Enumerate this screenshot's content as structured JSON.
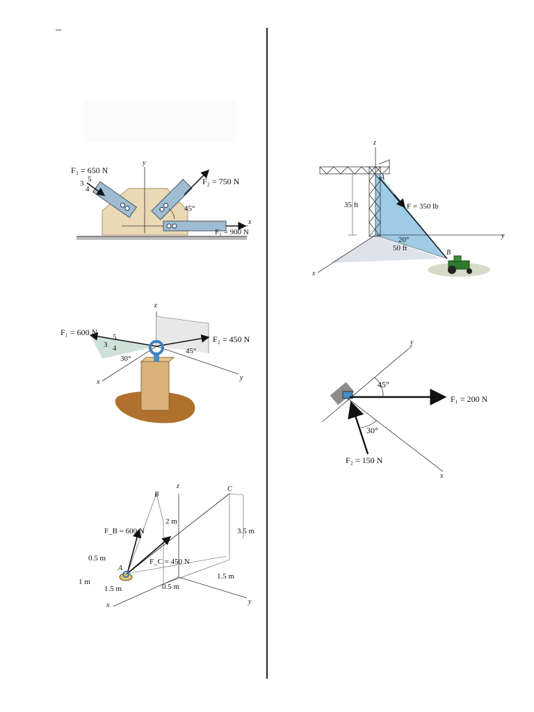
{
  "page": {
    "dash": "–"
  },
  "fig1": {
    "f3": "F₃ = 650 N",
    "f2": "F₂ = 750 N",
    "f1": "F₁ = 900 N",
    "n3": "3",
    "n5": "5",
    "n4": "4",
    "angle": "45°",
    "ay": "y",
    "ax": "x"
  },
  "fig2": {
    "f1": "F₁ = 600 N",
    "f2": "F₂ = 450 N",
    "n5": "5",
    "n3": "3",
    "n4": "4",
    "a30": "30°",
    "a45": "45°",
    "az": "z",
    "ax": "x",
    "ay": "y"
  },
  "fig3": {
    "fb": "F_B = 600 N",
    "fc": "F_C = 450 N",
    "pa": "A",
    "pb": "B",
    "pc": "C",
    "d2": "2 m",
    "d35": "3.5 m",
    "d05a": "0.5 m",
    "d1": "1 m",
    "d15a": "1.5 m",
    "d05b": "0.5 m",
    "d15b": "1.5 m",
    "az": "z",
    "ax": "x",
    "ay": "y"
  },
  "fig4": {
    "f": "F = 350 lb",
    "h": "35 ft",
    "a20": "20°",
    "d50": "50 ft",
    "pa": "A",
    "pb": "B",
    "az": "z",
    "ax": "x",
    "ay": "y"
  },
  "fig5": {
    "f1": "F₁ = 200 N",
    "f2": "F₂ = 150 N",
    "a45": "45°",
    "a30": "30°",
    "ax": "x",
    "ay": "y"
  }
}
